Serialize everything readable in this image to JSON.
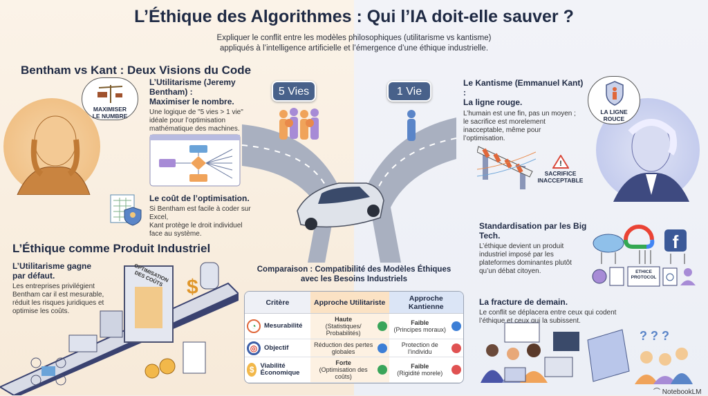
{
  "title": "L’Éthique des Algorithmes : Qui l’IA doit-elle sauver ?",
  "subtitle": [
    "Expliquer le conflit entre les modèles philosophiques (utilitarisme vs kantisme)",
    "appliqués à l’intelligence artificielle et l’émergence d’une éthique industrielle."
  ],
  "left": {
    "section_title": "Bentham vs Kant : Deux Visions du Code",
    "bentham_bubble": [
      "MAXIMISER",
      "LE NUMBRE"
    ],
    "util_title": [
      "L’Utilitarisme (Jeremy Bentham) :",
      "Maximiser le nombre."
    ],
    "util_text": [
      "Une logique de \"5 vies > 1 vie\"",
      "idéale pour l’optimisation",
      "mathématique des machines."
    ],
    "cost_title": "Le coût de l’optimisation.",
    "cost_text": [
      "Si Bentham est facile à coder sur Excel,",
      "Kant protège le droit individuel",
      "face au système."
    ],
    "industrial_title": "L’Éthique comme Produit Industriel",
    "wins_title": [
      "L’Utilitarisme gagne",
      "par défaut."
    ],
    "wins_text": [
      "Les entreprises privilégient",
      "Bentham car il est mesurable,",
      "réduit les risques juridiques et",
      "optimise les coûts."
    ],
    "gate_label": [
      "OPTIMISATION",
      "DES COÛTS"
    ]
  },
  "center": {
    "badge_left": "5 Vies",
    "badge_right": "1 Vie"
  },
  "right": {
    "kant_title": [
      "Le Kantisme (Emmanuel Kant) :",
      "La ligne rouge."
    ],
    "kant_text": [
      "L’humain est une fin, pas un moyen ;",
      "le sacrifice est morelement",
      "inacceptable, même pour",
      "l’optimisation."
    ],
    "kant_bubble": [
      "LA LIGNE",
      "ROUCE"
    ],
    "warning": [
      "SACRIFICE",
      "INACCEPTABLE"
    ],
    "bigtech_title": "Standardisation par les Big Tech.",
    "bigtech_text": [
      "L’éthique devient un produit",
      "industriel imposé par les",
      "plateformes dominantes plutôt",
      "qu’un débat citoyen."
    ],
    "protocol": [
      "ETHICE",
      "PROTOCOL"
    ],
    "fracture_title": "La fracture de demain.",
    "fracture_text": [
      "Le conflit se déplacera entre ceux qui codent",
      "l’éthique et ceux qui la subissent."
    ],
    "brand": "NotebookLM"
  },
  "comparison": {
    "title": [
      "Comparaison : Compatibilité des Modèles Éthiques",
      "avec les Besoins Industriels"
    ],
    "headers": [
      "Critère",
      "Approche Utilitariste",
      "Approche Kantienne"
    ],
    "rows": [
      {
        "criterion": "Mesurabilité",
        "icon": "gauge-icon",
        "util_main": "Haute",
        "util_sub": "(Statistiques/ Probabilités)",
        "util_color": "#3aa55a",
        "kant_main": "Faible",
        "kant_sub": "(Principes moraux)",
        "kant_color": "#3d7fd6"
      },
      {
        "criterion": "Objectif",
        "icon": "target-icon",
        "util_main": "",
        "util_sub": "Réduction des pertes globales",
        "util_color": "#3d7fd6",
        "kant_main": "",
        "kant_sub": "Protection de l’individu",
        "kant_color": "#e05252"
      },
      {
        "criterion": "Viabilité Économique",
        "icon": "money-hand-icon",
        "util_main": "Forte",
        "util_sub": "(Optimisation des coûts)",
        "util_color": "#3aa55a",
        "kant_main": "Faible",
        "kant_sub": "(Rigidité morele)",
        "kant_color": "#e05252"
      }
    ]
  }
}
